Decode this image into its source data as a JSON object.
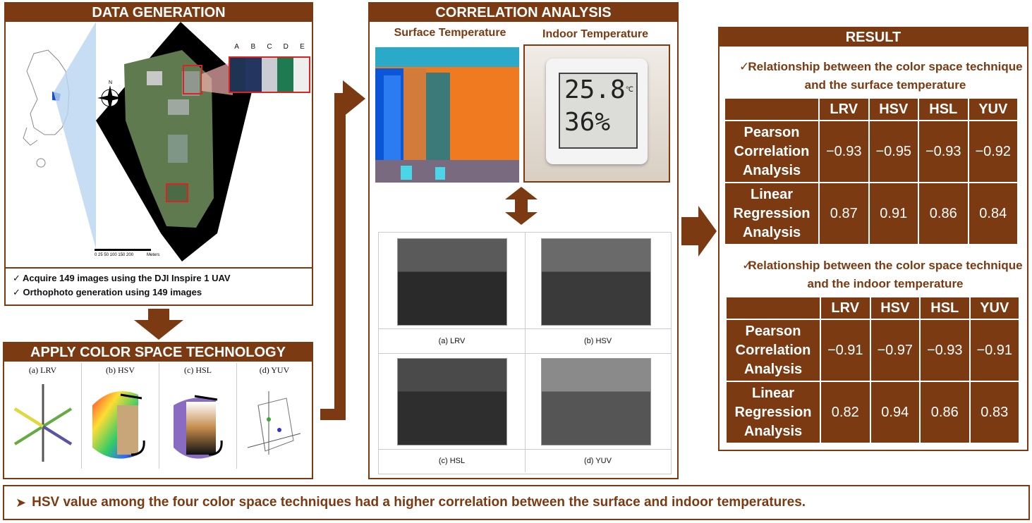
{
  "data_generation": {
    "title": "DATA GENERATION",
    "swatches": [
      "A",
      "B",
      "C",
      "D",
      "E"
    ],
    "scale_text": "0  25  50      100     150     200",
    "scale_unit": "Meters",
    "bullets": [
      "Acquire 149 images using the DJI Inspire 1 UAV",
      "Orthophoto generation using 149 images"
    ]
  },
  "apply": {
    "title": "APPLY COLOR SPACE TECHNOLOGY",
    "labels": [
      "(a) LRV",
      "(b) HSV",
      "(c) HSL",
      "(d) YUV"
    ]
  },
  "correlation": {
    "title": "CORRELATION ANALYSIS",
    "surface": "Surface Temperature",
    "indoor": "Indoor Temperature",
    "thermo_temp": "25.8",
    "thermo_unit": "℃",
    "thermo_hum": "36%",
    "grid_labels": [
      "(a) LRV",
      "(b) HSV",
      "(c) HSL",
      "(d) YUV"
    ]
  },
  "result": {
    "title": "RESULT",
    "section1_title": "Relationship between the color space technique and the surface temperature",
    "section2_title": "Relationship between the color space technique and the indoor temperature",
    "columns": [
      "LRV",
      "HSV",
      "HSL",
      "YUV"
    ],
    "table1": [
      {
        "label": "Pearson Correlation Analysis",
        "values": [
          "−0.93",
          "−0.95",
          "−0.93",
          "−0.92"
        ]
      },
      {
        "label": "Linear Regression Analysis",
        "values": [
          "0.87",
          "0.91",
          "0.86",
          "0.84"
        ]
      }
    ],
    "table2": [
      {
        "label": "Pearson Correlation Analysis",
        "values": [
          "−0.91",
          "−0.97",
          "−0.93",
          "−0.91"
        ]
      },
      {
        "label": "Linear Regression Analysis",
        "values": [
          "0.82",
          "0.94",
          "0.86",
          "0.83"
        ]
      }
    ]
  },
  "conclusion": "HSV value among the four color space techniques had a higher correlation between the surface and indoor temperatures.",
  "colors": {
    "brown": "#7b3a12",
    "light_blue": "#b8d4f0"
  }
}
